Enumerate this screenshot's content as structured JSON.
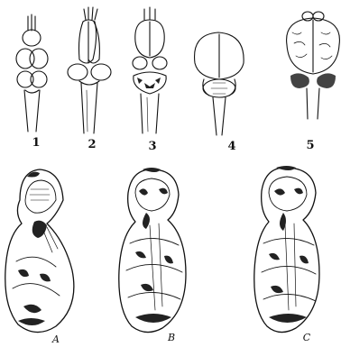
{
  "brains": [
    {
      "label": "1"
    },
    {
      "label": "2"
    },
    {
      "label": "3"
    },
    {
      "label": "4"
    },
    {
      "label": "5"
    }
  ],
  "embryos": [
    {
      "label": "A"
    },
    {
      "label": "B"
    },
    {
      "label": "C"
    }
  ],
  "colors": {
    "ink": "#111111",
    "paper": "#ffffff"
  }
}
